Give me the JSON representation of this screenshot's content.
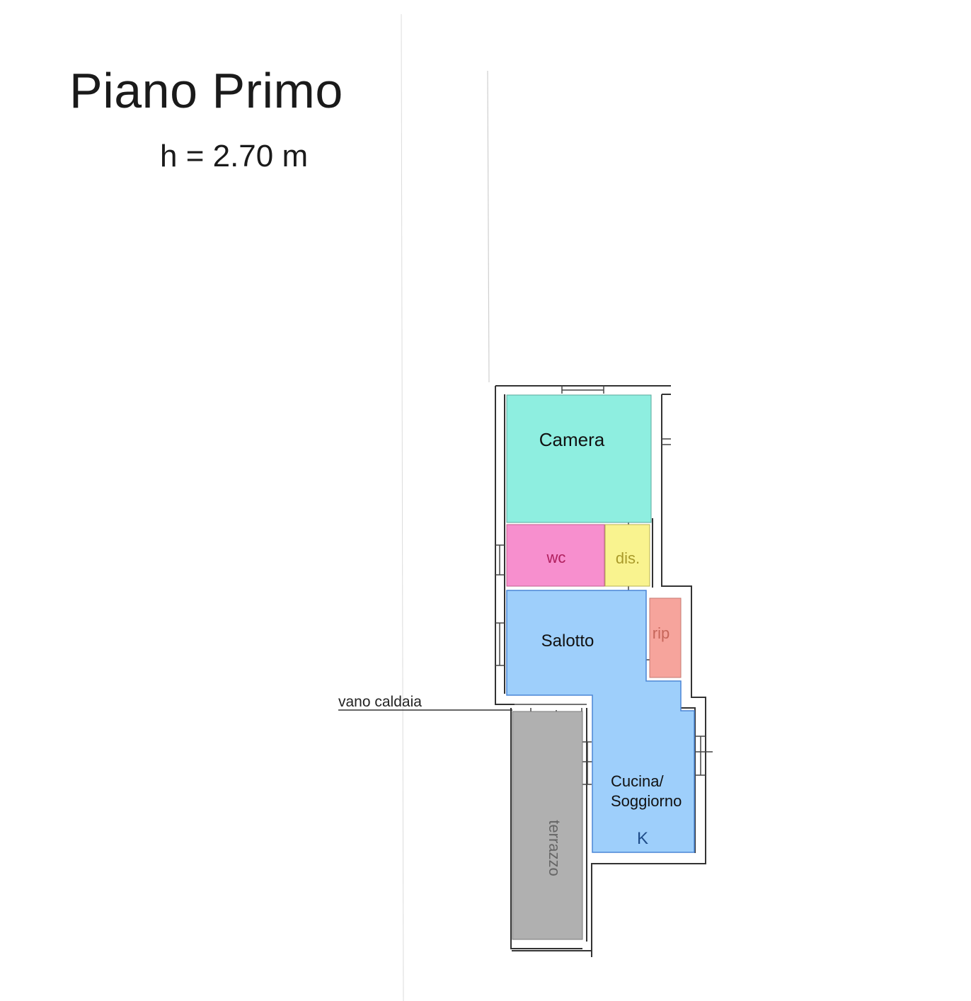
{
  "header": {
    "title": "Piano Primo",
    "height": "h = 2.70 m"
  },
  "labels": {
    "vano_caldaia": "vano caldaia",
    "compass": "K"
  },
  "rooms": [
    {
      "id": "camera",
      "label": "Camera",
      "color": "#8eeee0"
    },
    {
      "id": "wc",
      "label": "wc",
      "color": "#f78fce"
    },
    {
      "id": "dis",
      "label": "dis.",
      "color": "#f9f38f"
    },
    {
      "id": "salotto",
      "label": "Salotto",
      "color": "#9ecffb"
    },
    {
      "id": "rip",
      "label": "rip",
      "color": "#f6a49c"
    },
    {
      "id": "cucina",
      "label_line1": "Cucina/",
      "label_line2": "Soggiorno",
      "color": "#9ecffb"
    },
    {
      "id": "terrazzo",
      "label": "terrazzo",
      "color": "#b0b0b0"
    }
  ],
  "colors": {
    "wall": "#333333",
    "blue_edge": "#4a86d6",
    "wc_text": "#b0205e",
    "dis_text": "#a99a2a",
    "rip_text": "#c6665a",
    "k_text": "#1f4d8a"
  }
}
